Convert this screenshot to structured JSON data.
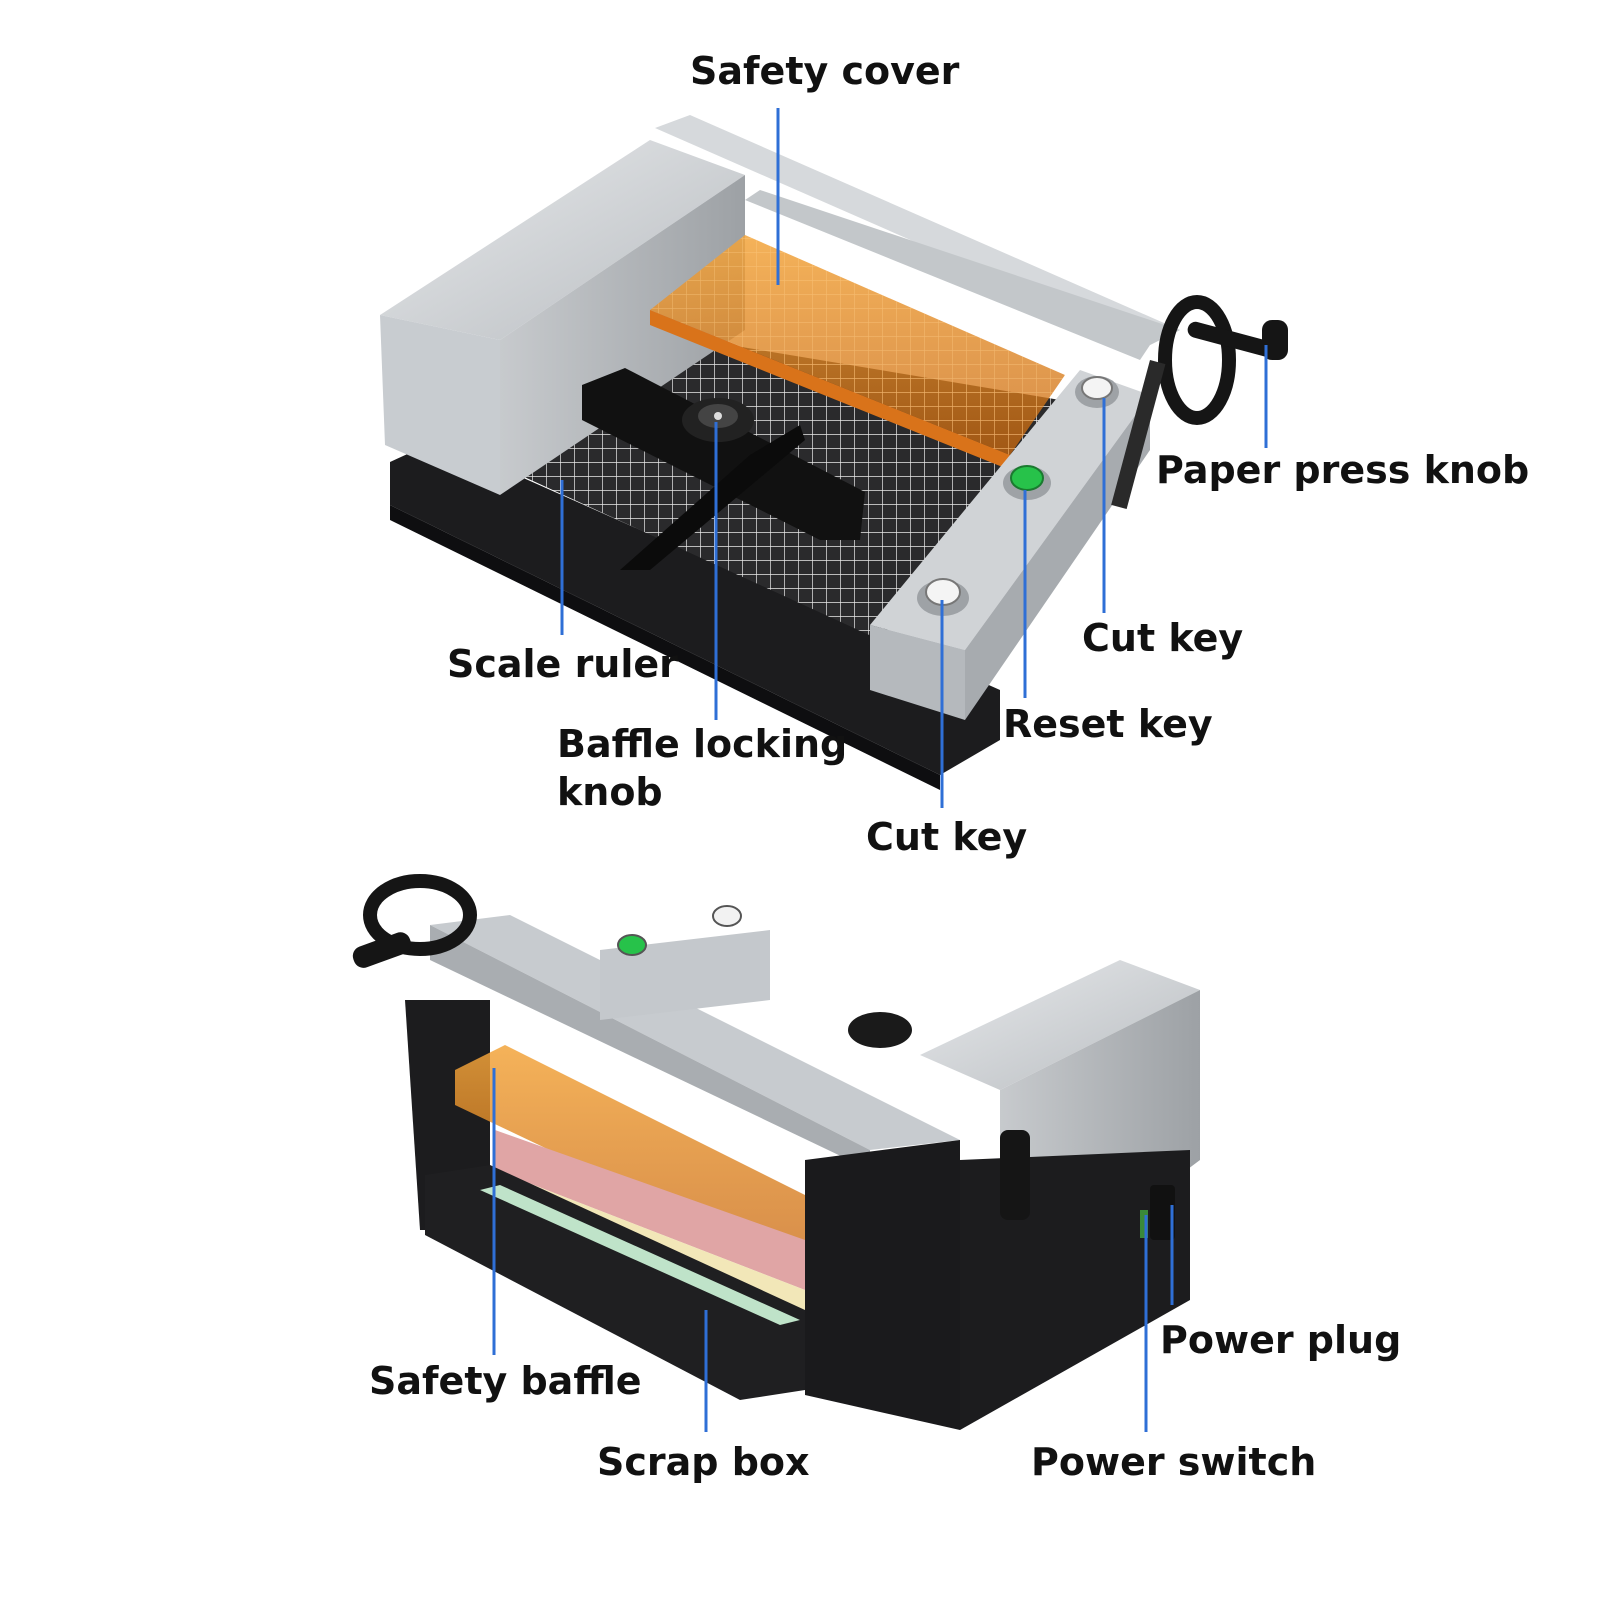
{
  "labels": {
    "safety_cover": "Safety cover",
    "paper_press_knob": "Paper press knob",
    "cut_key_upper": "Cut key",
    "scale_ruler": "Scale ruler",
    "reset_key": "Reset key",
    "baffle_locking_knob": "Baffle locking\nknob",
    "cut_key_lower": "Cut key",
    "power_plug": "Power plug",
    "safety_baffle": "Safety baffle",
    "scrap_box": "Scrap box",
    "power_switch": "Power switch"
  },
  "colors": {
    "leader_line": "#2f6fd6",
    "metal_light": "#d9dcdf",
    "metal_mid": "#b9bdc2",
    "metal_dark": "#8d9297",
    "base_black": "#1c1c1e",
    "amber": "#e88a1a",
    "grid": "#ffffff",
    "reset_green": "#27c24a"
  }
}
